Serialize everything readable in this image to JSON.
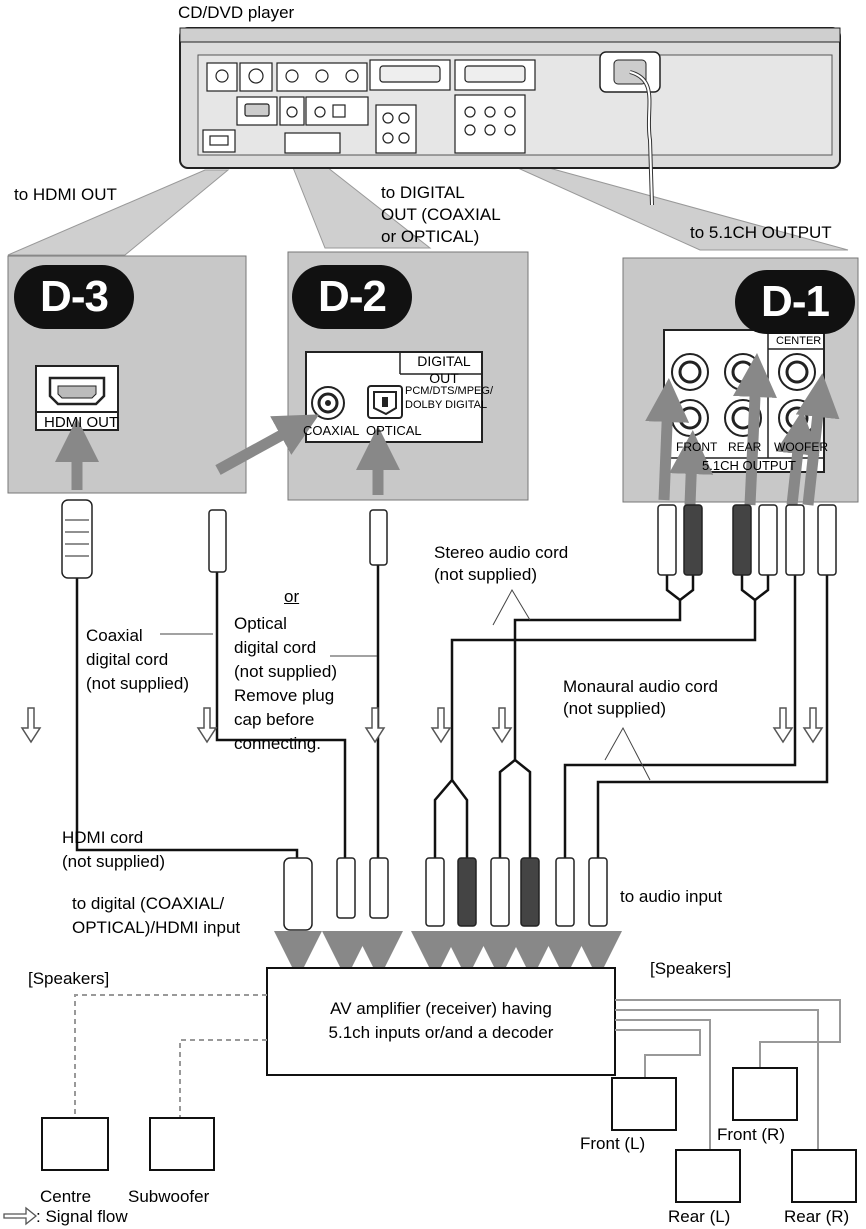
{
  "device": {
    "name": "CD/DVD player"
  },
  "callouts": {
    "hdmi_out": "to HDMI OUT",
    "digital_out": "to DIGITAL\nOUT (COAXIAL\nor OPTICAL)",
    "ch51_output": "to 5.1CH OUTPUT"
  },
  "panels": {
    "d3": {
      "badge": "D-3",
      "connector_label": "HDMI OUT"
    },
    "d2": {
      "badge": "D-2",
      "heading": "DIGITAL\nOUT",
      "coaxial": "COAXIAL",
      "optical": "OPTICAL",
      "formats": "PCM/DTS/MPEG/\nDOLBY DIGITAL"
    },
    "d1": {
      "badge": "D-1",
      "center": "CENTER",
      "front": "FRONT",
      "rear": "REAR",
      "woofer": "WOOFER",
      "output": "5.1CH OUTPUT"
    }
  },
  "cables": {
    "stereo": "Stereo audio cord\n(not supplied)",
    "or": "or",
    "coaxial": "Coaxial\ndigital cord\n(not supplied)",
    "optical": "Optical\ndigital cord\n(not supplied)\nRemove plug\ncap before\nconnecting.",
    "monaural": "Monaural audio cord\n(not supplied)",
    "hdmi": "HDMI cord\n(not supplied)"
  },
  "inputs": {
    "digital": "to digital (COAXIAL/\nOPTICAL)/HDMI input",
    "audio": "to audio input"
  },
  "amplifier": {
    "label": "AV amplifier (receiver) having\n5.1ch inputs or/and a decoder"
  },
  "speakers": {
    "heading_left": "[Speakers]",
    "heading_right": "[Speakers]",
    "centre": "Centre",
    "subwoofer": "Subwoofer",
    "front_l": "Front (L)",
    "front_r": "Front (R)",
    "rear_l": "Rear (L)",
    "rear_r": "Rear (R)"
  },
  "legend": {
    "signal_flow": ": Signal flow"
  }
}
